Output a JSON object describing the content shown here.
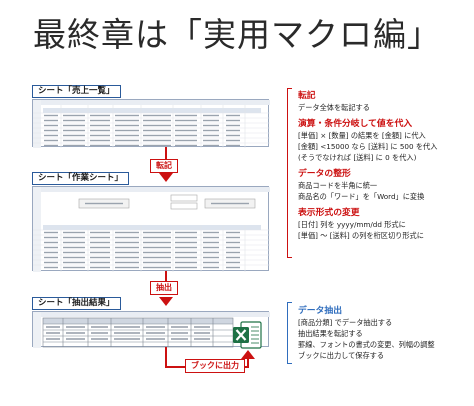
{
  "title": "最終章は「実用マクロ編」",
  "sheets": [
    {
      "label": "シート「売上一覧」"
    },
    {
      "label": "シート「作業シート」"
    },
    {
      "label": "シート「抽出結果」"
    }
  ],
  "flow_labels": {
    "transfer": "転記",
    "extract": "抽出",
    "output": "ブックに出力"
  },
  "steps_red": [
    {
      "heading": "転記",
      "lines": [
        "データ全体を転記する"
      ]
    },
    {
      "heading": "演算・条件分岐して値を代入",
      "lines": [
        "[単価] × [数量] の結果を [金額] に代入",
        "[金額] <15000 なら [送料] に 500 を代入",
        "(そうでなければ [送料] に 0 を代入)"
      ]
    },
    {
      "heading": "データの整形",
      "lines": [
        "商品コードを半角に統一",
        "商品名の「ワード」を「Word」に変換"
      ]
    },
    {
      "heading": "表示形式の変更",
      "lines": [
        "[日付] 列を yyyy/mm/dd 形式に",
        "[単価] 〜 [送料] の列を桁区切り形式に"
      ]
    }
  ],
  "steps_blue": [
    {
      "heading": "データ抽出",
      "lines": [
        "[商品分類] でデータ抽出する",
        "抽出結果を転記する",
        "罫線、フォントの書式の変更、列幅の調整",
        "ブックに出力して保存する"
      ]
    }
  ],
  "icons": {
    "excel": "excel-icon"
  },
  "colors": {
    "red": "#cc1111",
    "blue": "#2f6dbd",
    "excel_green": "#1e7145"
  }
}
